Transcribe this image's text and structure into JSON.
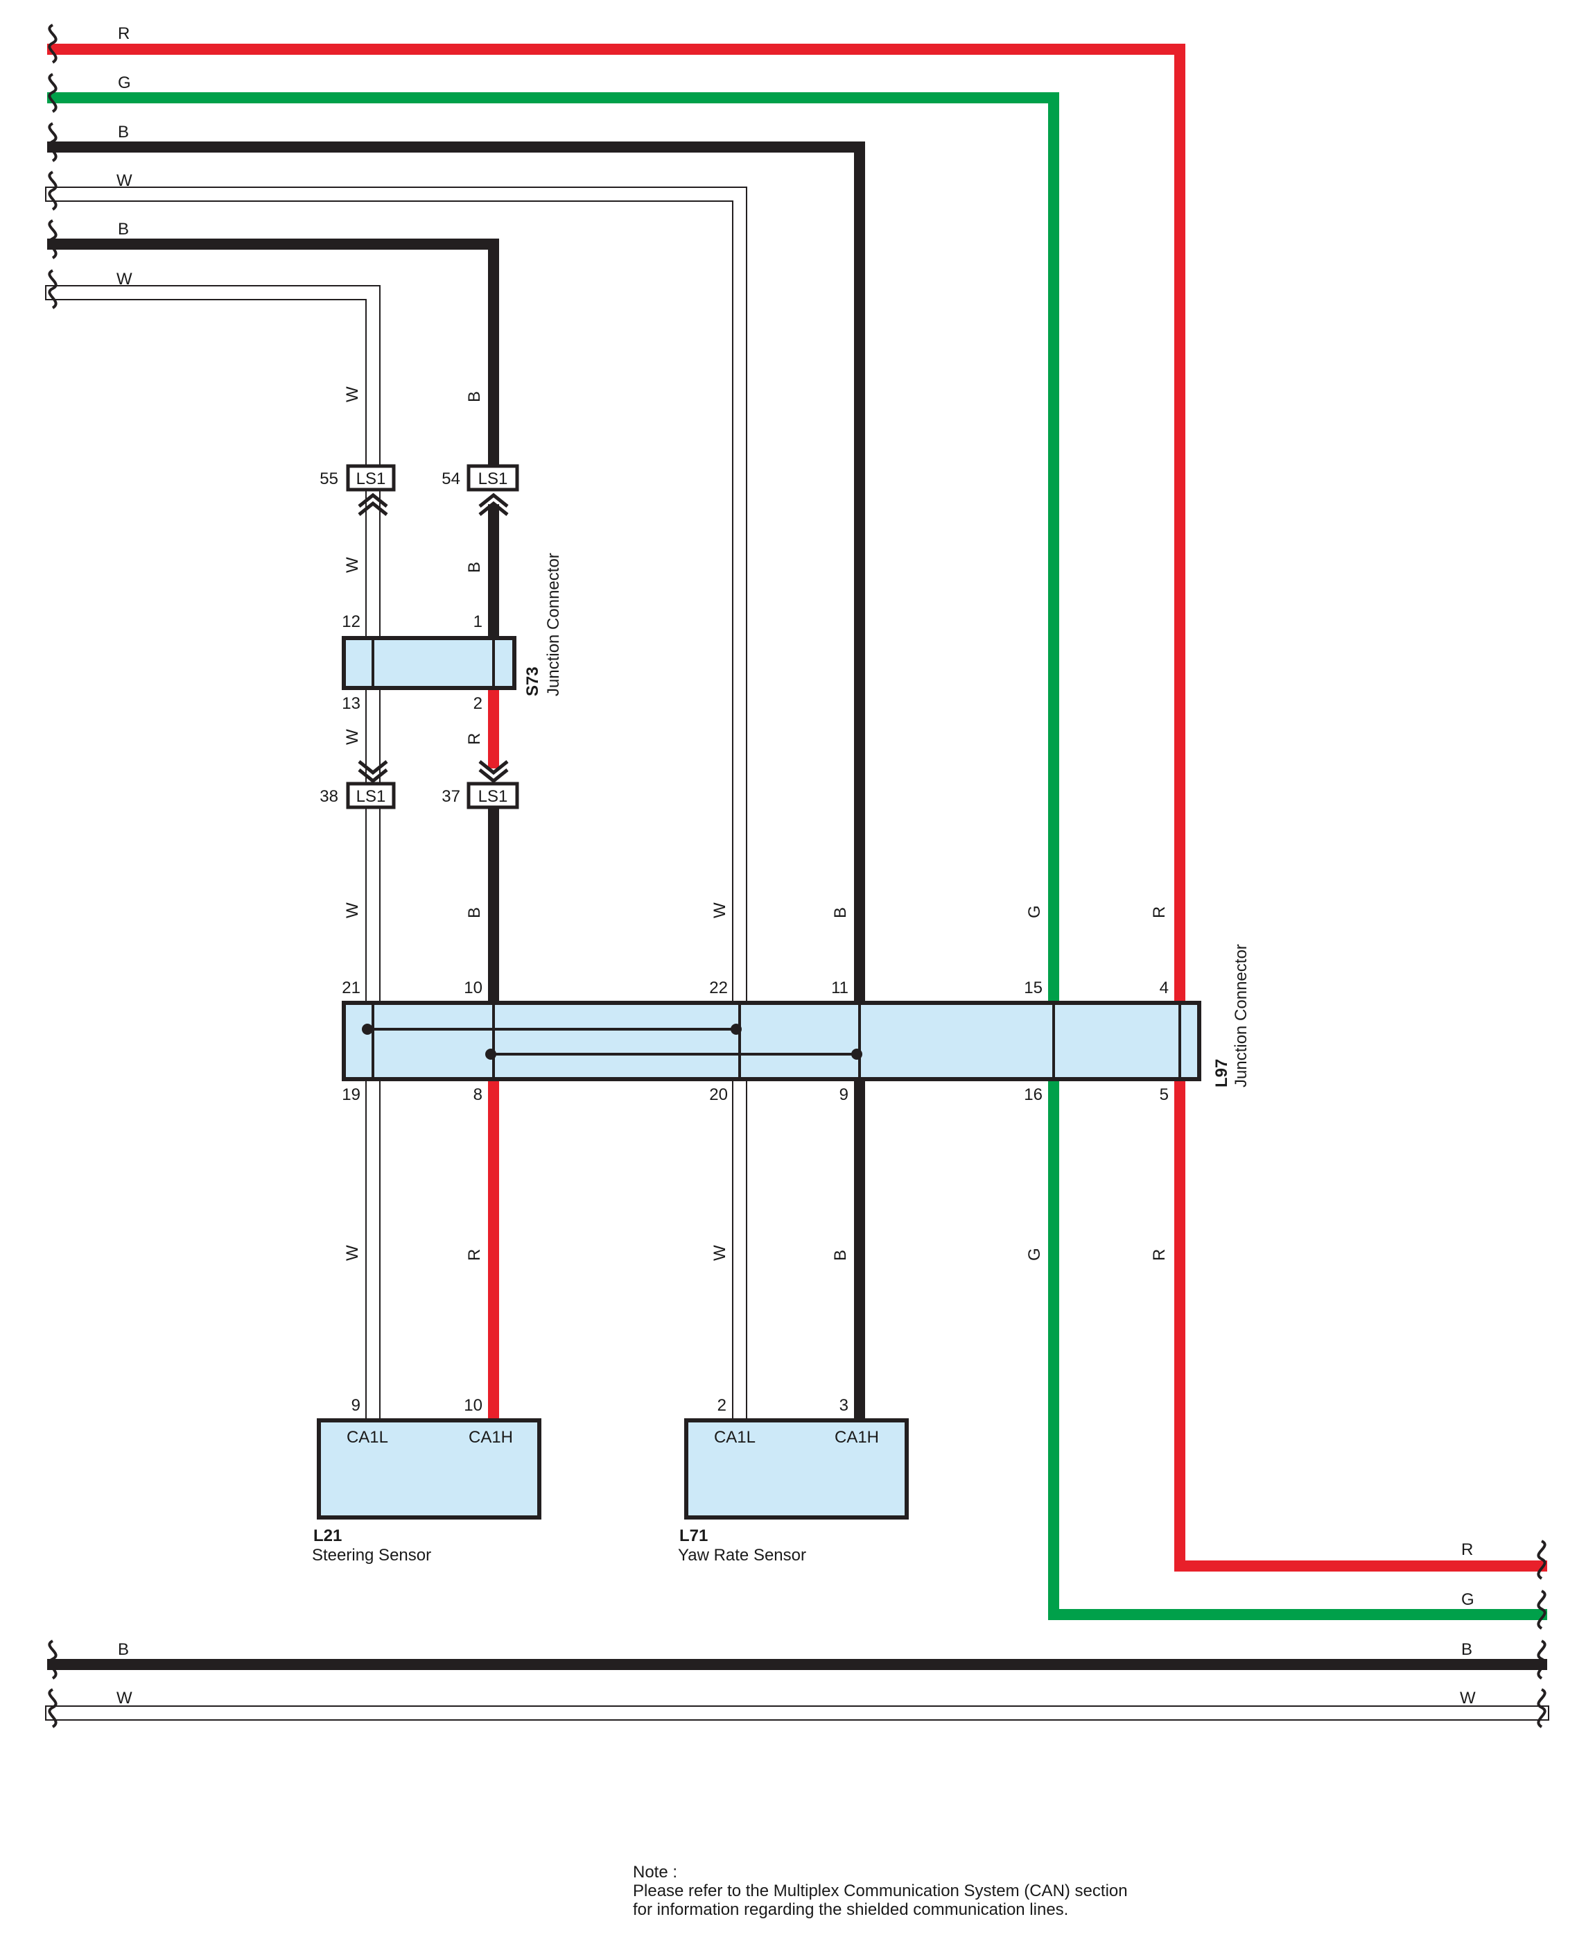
{
  "colors": {
    "R": "#e8202a",
    "G": "#00a04a",
    "B": "#231f20",
    "W": "#ffffff",
    "connector_fill": "#cde9f8",
    "outline": "#231f20"
  },
  "wire_codes": {
    "red": "R",
    "green": "G",
    "black": "B",
    "white": "W"
  },
  "left_edge_wire_labels": [
    "R",
    "G",
    "B",
    "W",
    "B",
    "W"
  ],
  "right_edge_wire_labels": [
    "R",
    "G",
    "B",
    "W"
  ],
  "bottom_left_wire_labels": [
    "B",
    "W"
  ],
  "connectors": {
    "ls1": {
      "label": "LS1",
      "pins": [
        "55",
        "54",
        "38",
        "37"
      ]
    },
    "s73": {
      "id": "S73",
      "name": "Junction Connector",
      "pins": [
        "12",
        "1",
        "13",
        "2"
      ]
    },
    "l97": {
      "id": "L97",
      "name": "Junction Connector",
      "top_pins": [
        "21",
        "10",
        "22",
        "11",
        "15",
        "4"
      ],
      "bottom_pins": [
        "19",
        "8",
        "20",
        "9",
        "16",
        "5"
      ]
    }
  },
  "components": {
    "l21": {
      "id": "L21",
      "name": "Steering Sensor",
      "pins": [
        "9",
        "10"
      ],
      "terminals": [
        "CA1L",
        "CA1H"
      ]
    },
    "l71": {
      "id": "L71",
      "name": "Yaw Rate Sensor",
      "pins": [
        "2",
        "3"
      ],
      "terminals": [
        "CA1L",
        "CA1H"
      ]
    }
  },
  "note": {
    "heading": "Note :",
    "line1": "Please refer to the Multiplex Communication System (CAN) section",
    "line2": "for information regarding the shielded communication lines."
  }
}
